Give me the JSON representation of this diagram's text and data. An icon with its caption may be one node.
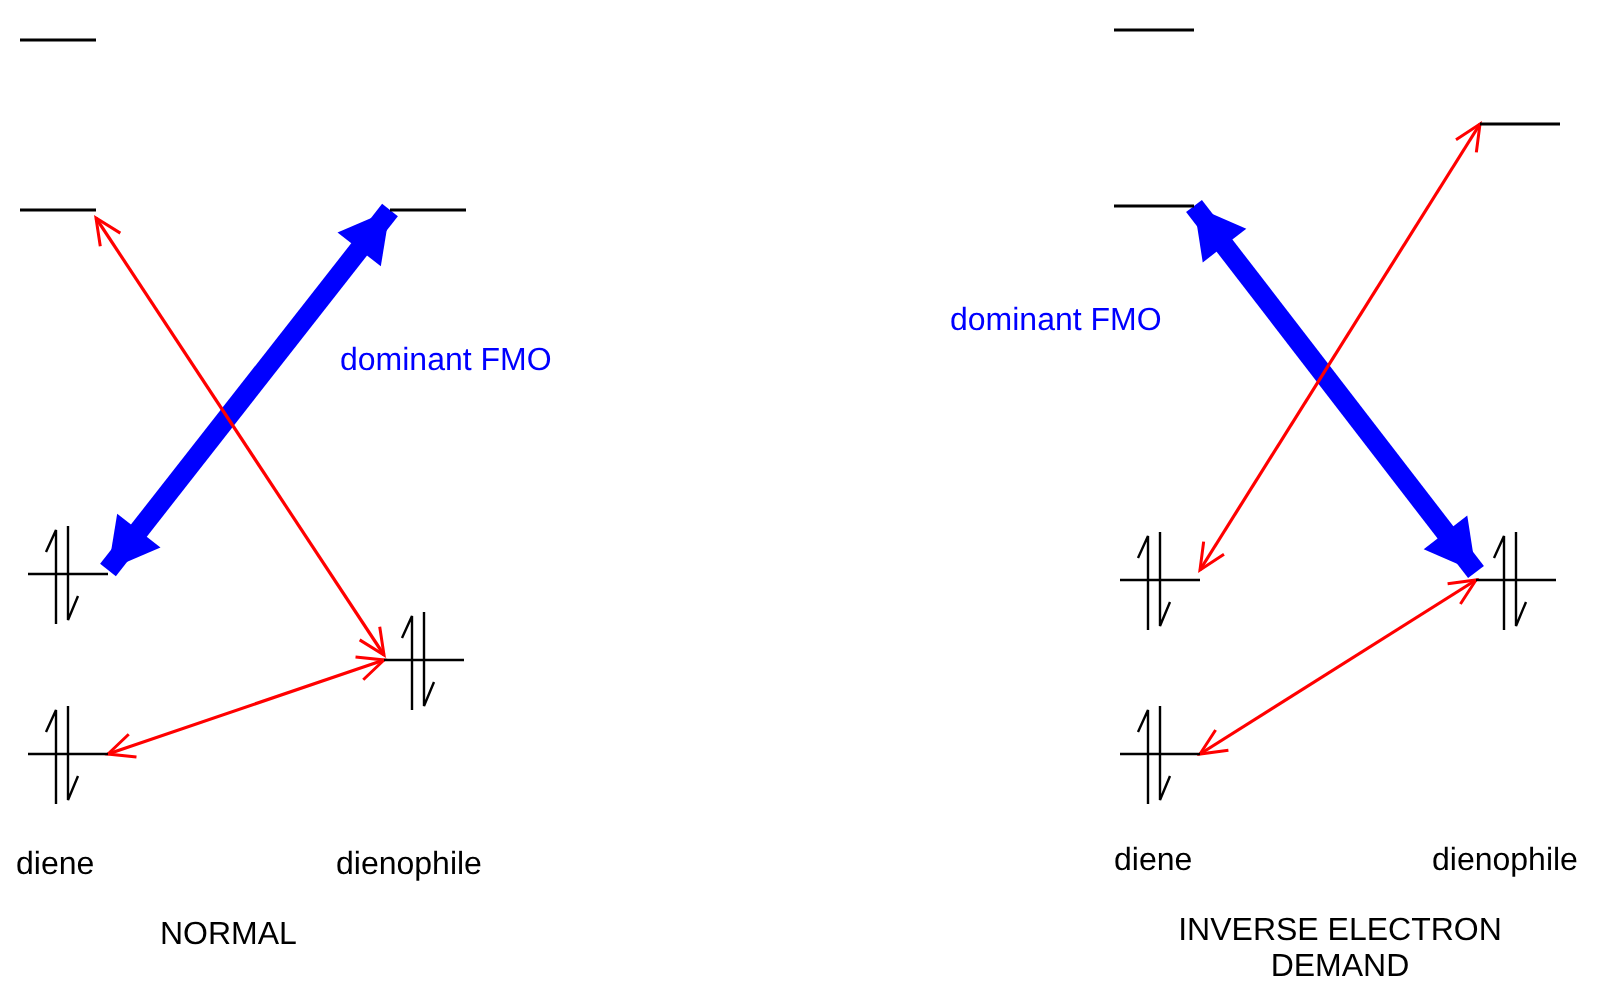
{
  "diagram": {
    "nodes": [
      {
        "text": [],
        "shape": "bar"
      },
      {
        "text": [],
        "shape": "bar"
      },
      {
        "text": [],
        "shape": "pair"
      },
      {
        "text": [],
        "shape": "pair"
      },
      {
        "text": [],
        "shape": "bar"
      },
      {
        "text": [],
        "shape": "pair"
      },
      {
        "text": [],
        "shape": "bar"
      },
      {
        "text": [],
        "shape": "bar"
      },
      {
        "text": [],
        "shape": "pair"
      },
      {
        "text": [],
        "shape": "pair"
      },
      {
        "text": [],
        "shape": "bar"
      },
      {
        "text": [],
        "shape": "pair"
      }
    ],
    "edges": [
      {
        "from": 2,
        "to": 4,
        "arrow": "both",
        "style": "thick",
        "color": "#0000ff"
      },
      {
        "from": 1,
        "to": 5,
        "arrow": "both"
      },
      {
        "from": 3,
        "to": 5,
        "arrow": "both"
      },
      {
        "from": 7,
        "to": 11,
        "arrow": "both",
        "style": "thick",
        "color": "#0000ff"
      },
      {
        "from": 8,
        "to": 10,
        "arrow": "both"
      },
      {
        "from": 9,
        "to": 11,
        "arrow": "both"
      }
    ],
    "labels": [
      "dominant FMO",
      "diene",
      "dienophile",
      "NORMAL",
      "dominant FMO",
      "diene",
      "dienophile",
      "INVERSE ELECTRON DEMAND"
    ]
  }
}
